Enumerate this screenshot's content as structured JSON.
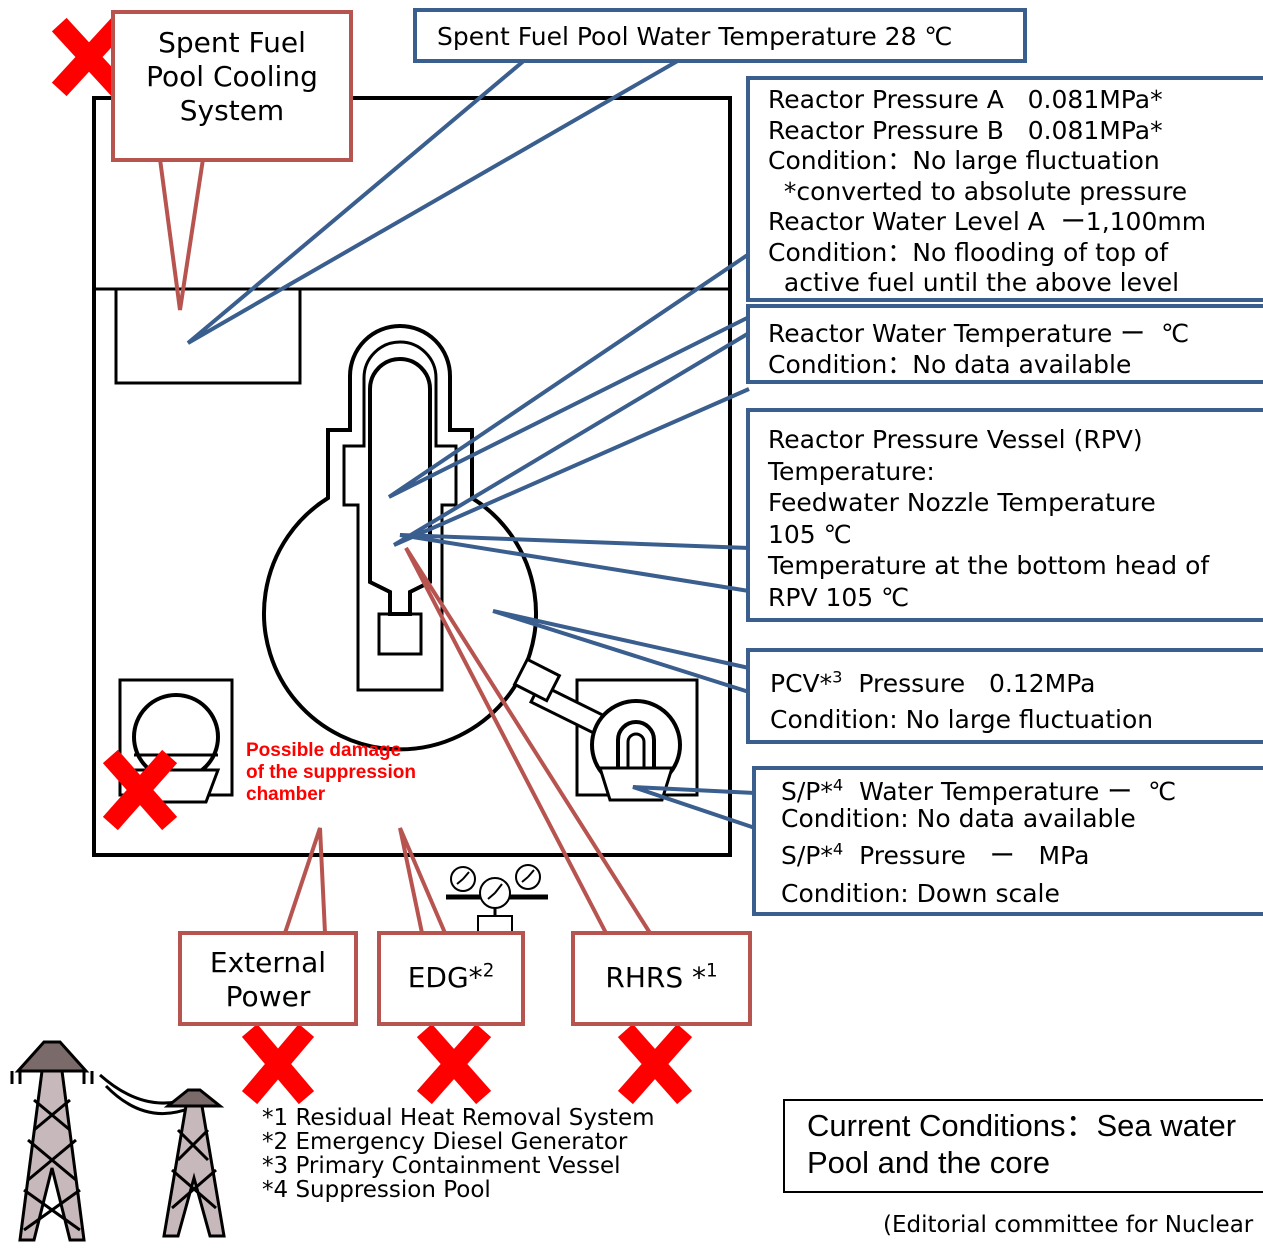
{
  "colors": {
    "blue_outline": "#3a5f8f",
    "red_outline": "#b85450",
    "cross": "#ff0000",
    "warning_text": "#ff0000"
  },
  "top_callout": {
    "text": "Spent Fuel Pool Water Temperature  28  ℃"
  },
  "pool_cooling": {
    "lines": [
      "Spent Fuel",
      "Pool Cooling",
      "System"
    ]
  },
  "reactor_pressure": {
    "lines": [
      "Reactor Pressure A   0.081MPa*",
      "Reactor Pressure B   0.081MPa*",
      "Condition：No large fluctuation",
      "  *converted to absolute pressure",
      "Reactor Water Level A  ー1,100mm",
      "Condition：No flooding of top of",
      "  active fuel until the above level"
    ]
  },
  "reactor_temp": {
    "lines": [
      "Reactor Water Temperature ー  ℃",
      "Condition：No data available"
    ]
  },
  "rpv_temp": {
    "lines": [
      "Reactor Pressure Vessel (RPV)",
      "Temperature:",
      "Feedwater Nozzle Temperature",
      "105 ℃",
      "Temperature at the bottom head of",
      "RPV 105 ℃"
    ]
  },
  "pcv": {
    "prefix": "PCV*",
    "sup": "3",
    "rest": "  Pressure   0.12MPa",
    "condition": "Condition: No large fluctuation"
  },
  "sp": {
    "prefix": "S/P*",
    "sup": "4",
    "temp_rest": "  Water Temperature ー  ℃",
    "condition1": "Condition: No data available",
    "pressure_rest": "  Pressure   ー   MPa",
    "condition2": "Condition: Down scale"
  },
  "damage": {
    "lines": [
      "Possible damage",
      "of the suppression",
      "chamber"
    ]
  },
  "external_power": {
    "lines": [
      "External",
      "Power"
    ]
  },
  "edg": {
    "text": "EDG*",
    "sup": "2"
  },
  "rhrs": {
    "text": "RHRS *",
    "sup": "1"
  },
  "footnotes": [
    "*1 Residual Heat Removal System",
    "*2 Emergency Diesel Generator",
    "*3 Primary Containment Vessel",
    "*4 Suppression Pool"
  ],
  "current_conditions": {
    "lines": [
      "Current Conditions：Sea water",
      "Pool and the core"
    ]
  },
  "credit": "(Editorial committee for Nuclear"
}
